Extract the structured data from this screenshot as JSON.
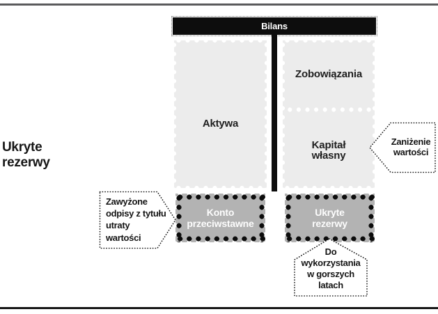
{
  "figure": {
    "side_label": "Ukryte\nrezerwy",
    "balance_label": "Bilans",
    "assets_label": "Aktywa",
    "liabilities_label": "Zobowiązania",
    "equity_label": "Kapitał\nwłasny",
    "contra_account_label": "Konto\nprzeciwstawne",
    "hidden_reserves_label": "Ukryte\nrezerwy",
    "callout_impairment": "Zawyżone\nodpisy z tytułu\nutraty\nwartości",
    "callout_undervaluation": "Zaniżenie\nwartości",
    "callout_use_in_worse_years": "Do\nwykorzystania\nw gorszych\nlatach"
  },
  "colors": {
    "box_light_gray": "#ececec",
    "box_dark_gray": "#b3b3b3",
    "bar_black": "#0d0d0d",
    "text_dark": "#1a1a1a",
    "text_white": "#ffffff",
    "rule_top_gray": "#5a5a5c",
    "rule_bottom_black": "#161616"
  }
}
